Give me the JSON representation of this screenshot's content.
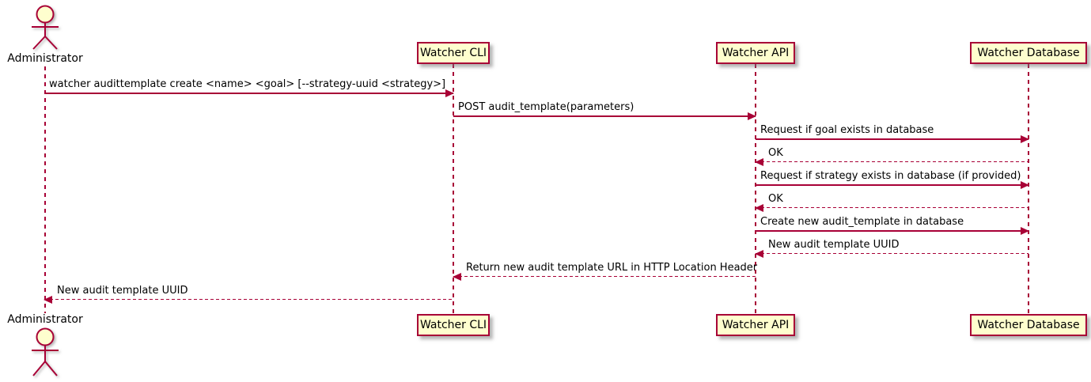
{
  "diagram": {
    "type": "uml-sequence",
    "colors": {
      "accent": "#A80036",
      "participant_fill": "#FEFECE",
      "text": "#000000",
      "background": "#FFFFFF"
    },
    "actor": {
      "name": "Administrator"
    },
    "participants": [
      {
        "name": "Watcher CLI"
      },
      {
        "name": "Watcher API"
      },
      {
        "name": "Watcher Database"
      }
    ],
    "messages": [
      {
        "from": "Administrator",
        "to": "Watcher CLI",
        "kind": "solid",
        "label": "watcher audittemplate create <name> <goal> [--strategy-uuid <strategy>]"
      },
      {
        "from": "Watcher CLI",
        "to": "Watcher API",
        "kind": "solid",
        "label": "POST audit_template(parameters)"
      },
      {
        "from": "Watcher API",
        "to": "Watcher Database",
        "kind": "solid",
        "label": "Request if goal exists in database"
      },
      {
        "from": "Watcher Database",
        "to": "Watcher API",
        "kind": "dashed",
        "label": "OK"
      },
      {
        "from": "Watcher API",
        "to": "Watcher Database",
        "kind": "solid",
        "label": "Request if strategy exists in database (if provided)"
      },
      {
        "from": "Watcher Database",
        "to": "Watcher API",
        "kind": "dashed",
        "label": "OK"
      },
      {
        "from": "Watcher API",
        "to": "Watcher Database",
        "kind": "solid",
        "label": "Create new audit_template in database"
      },
      {
        "from": "Watcher Database",
        "to": "Watcher API",
        "kind": "dashed",
        "label": "New audit template UUID"
      },
      {
        "from": "Watcher API",
        "to": "Watcher CLI",
        "kind": "dashed",
        "label": "Return new audit template URL in HTTP Location Header"
      },
      {
        "from": "Watcher CLI",
        "to": "Administrator",
        "kind": "dashed",
        "label": "New audit template UUID"
      }
    ]
  }
}
